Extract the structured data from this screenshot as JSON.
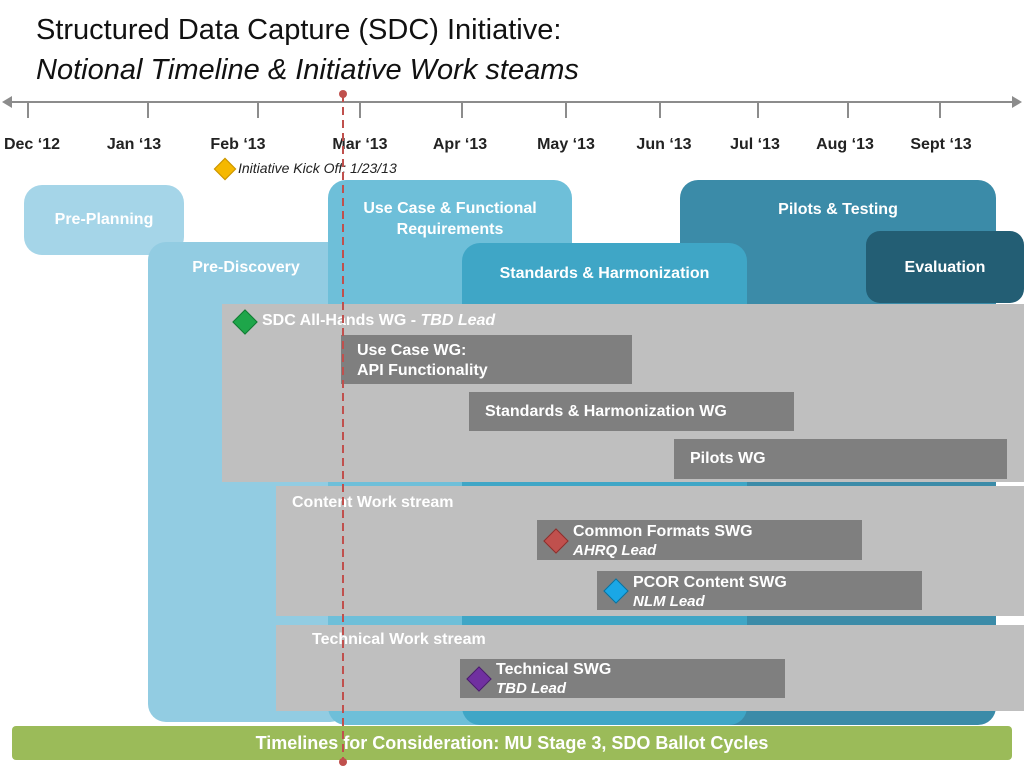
{
  "title": {
    "line1": "Structured Data Capture (SDC) Initiative:",
    "line2": "Notional Timeline & Initiative Work steams"
  },
  "timeline": {
    "months": [
      "Dec ‘12",
      "Jan ‘13",
      "Feb ‘13",
      "Mar ‘13",
      "Apr ‘13",
      "May ‘13",
      "Jun ‘13",
      "Jul ‘13",
      "Aug ‘13",
      "Sept ‘13"
    ],
    "kickoff": "Initiative Kick Off: 1/23/13"
  },
  "phases": {
    "pre_planning": "Pre-Planning",
    "pre_discovery": "Pre-Discovery",
    "use_case": "Use Case & Functional Requirements",
    "standards": "Standards & Harmonization",
    "pilots": "Pilots & Testing",
    "evaluation": "Evaluation"
  },
  "all_hands": {
    "label": "SDC All-Hands WG - ",
    "lead": "TBD Lead",
    "groups": {
      "use_case_line1": "Use Case WG:",
      "use_case_line2": "API Functionality",
      "standards": "Standards & Harmonization WG",
      "pilots": "Pilots WG"
    }
  },
  "content_stream": {
    "label": "Content Work stream",
    "common_formats": "Common Formats SWG",
    "common_formats_lead": "AHRQ Lead",
    "pcor": "PCOR Content SWG",
    "pcor_lead": "NLM Lead"
  },
  "technical_stream": {
    "label": "Technical Work stream",
    "technical_swg": "Technical SWG",
    "technical_lead": "TBD Lead"
  },
  "footer": "Timelines for Consideration: MU Stage 3, SDO Ballot Cycles",
  "colors": {
    "pre_planning": "#a5d5e8",
    "pre_discovery": "#92cce2",
    "use_case": "#6ebfd9",
    "standards": "#3fa6c6",
    "pilots": "#3b8ba8",
    "evaluation": "#235e74",
    "band": "#bfbfbf",
    "wg": "#7f7f7f",
    "footer": "#9bbb59",
    "today_line": "#c0504d",
    "kickoff_diamond": "#f5b800",
    "all_hands_diamond": "#1ea64a",
    "common_formats_diamond": "#c0504d",
    "pcor_diamond": "#1aa7e6",
    "technical_diamond": "#7030a0"
  }
}
